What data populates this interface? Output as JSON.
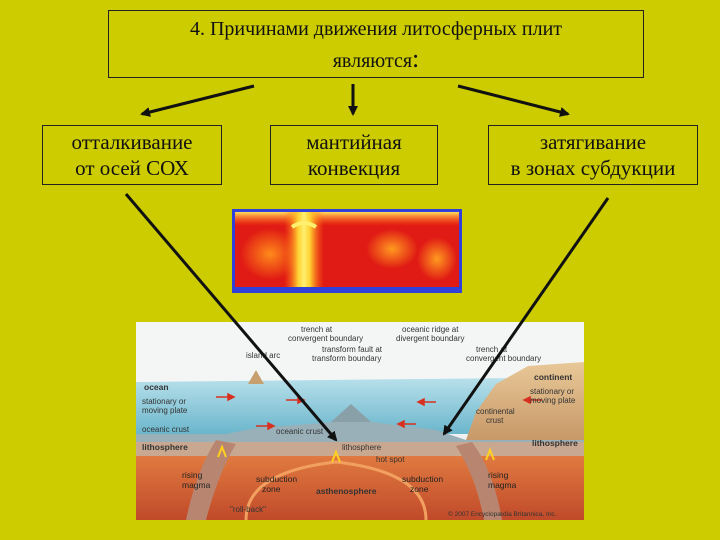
{
  "title": {
    "line1": "4. Причинами движения литосферных плит",
    "line2_main": "являются",
    "line2_colon": ":"
  },
  "causes": [
    {
      "line1": "отталкивание",
      "line2": "от осей СОХ"
    },
    {
      "line1": "мантийная",
      "line2": "конвекция"
    },
    {
      "line1": "затягивание",
      "line2": "в зонах субдукции"
    }
  ],
  "diagram_labels": {
    "trench_convergent": [
      "trench at",
      "convergent boundary"
    ],
    "oceanic_ridge": [
      "oceanic ridge at",
      "divergent boundary"
    ],
    "transform_fault": [
      "transform fault at",
      "transform boundary"
    ],
    "island_arc": "island arc",
    "trench_right": [
      "trench at",
      "convergent boundary"
    ],
    "ocean": "ocean",
    "continent": "continent",
    "stationary_left": [
      "stationary or",
      "moving plate"
    ],
    "stationary_right": [
      "stationary or",
      "moving plate"
    ],
    "continental_crust": [
      "continental",
      "crust"
    ],
    "oceanic_crust_left": "oceanic crust",
    "oceanic_crust_mid": "oceanic crust",
    "lithosphere_left": "lithosphere",
    "lithosphere_mid": "lithosphere",
    "lithosphere_right": "lithosphere",
    "hot_spot": "hot spot",
    "rising_magma_left": [
      "rising",
      "magma"
    ],
    "rising_magma_right": [
      "rising",
      "magma"
    ],
    "subduction_left": [
      "subduction",
      "zone"
    ],
    "subduction_right": [
      "subduction",
      "zone"
    ],
    "asthenosphere": "asthenosphere",
    "roll_back": "\"roll-back\"",
    "copyright": "© 2007 Encyclopædia Britannica, Inc."
  },
  "colors": {
    "background": "#cccc00",
    "arrow": "#111111",
    "ocean": "#8cc8d8",
    "mantle": "#d86a3a"
  }
}
